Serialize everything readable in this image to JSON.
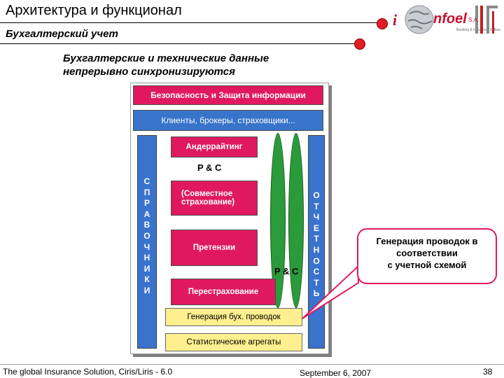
{
  "header": {
    "title": "Архитектура и функционал",
    "subtitle": "Бухгалтерский учет",
    "logo_text": "nfoel",
    "logo_suffix": "S.A.",
    "logo_tagline": "Banking & Insurance Software"
  },
  "headline": {
    "line1": "Бухгалтерские и технические данные",
    "line2": "непрерывно синхронизируются"
  },
  "diagram": {
    "security": "Безопасность и Защита информации",
    "clients": "Клиенты, брокеры, страховщики...",
    "underwriting": "Андеррайтинг",
    "pc_top": "P & C",
    "coinsurance": "(Совместное страхование)",
    "claims": "Претензии",
    "pc_right": "P & C",
    "reinsurance": "Перестрахование",
    "gen_postings": "Генерация бух. проводок",
    "stat_aggregates": "Статистические агрегаты",
    "left_column": [
      "С",
      "П",
      "Р",
      "А",
      "В",
      "О",
      "Ч",
      "Н",
      "И",
      "К",
      "И"
    ],
    "right_column": [
      "О",
      "Т",
      "Ч",
      "Е",
      "Т",
      "Н",
      "О",
      "С",
      "Т",
      "Ь"
    ]
  },
  "callout": {
    "line1": "Генерация проводок в",
    "line2": "соответствии",
    "line3": "с учетной схемой"
  },
  "footer": {
    "left": "The global Insurance Solution, Ciris/Liris - 6.0",
    "center": "September 6, 2007",
    "page": "38"
  },
  "colors": {
    "accent_red": "#e31b23",
    "pink": "#e0195e",
    "blue": "#3874c9",
    "green": "#2a9a3a",
    "yellow": "#ffef8f"
  }
}
